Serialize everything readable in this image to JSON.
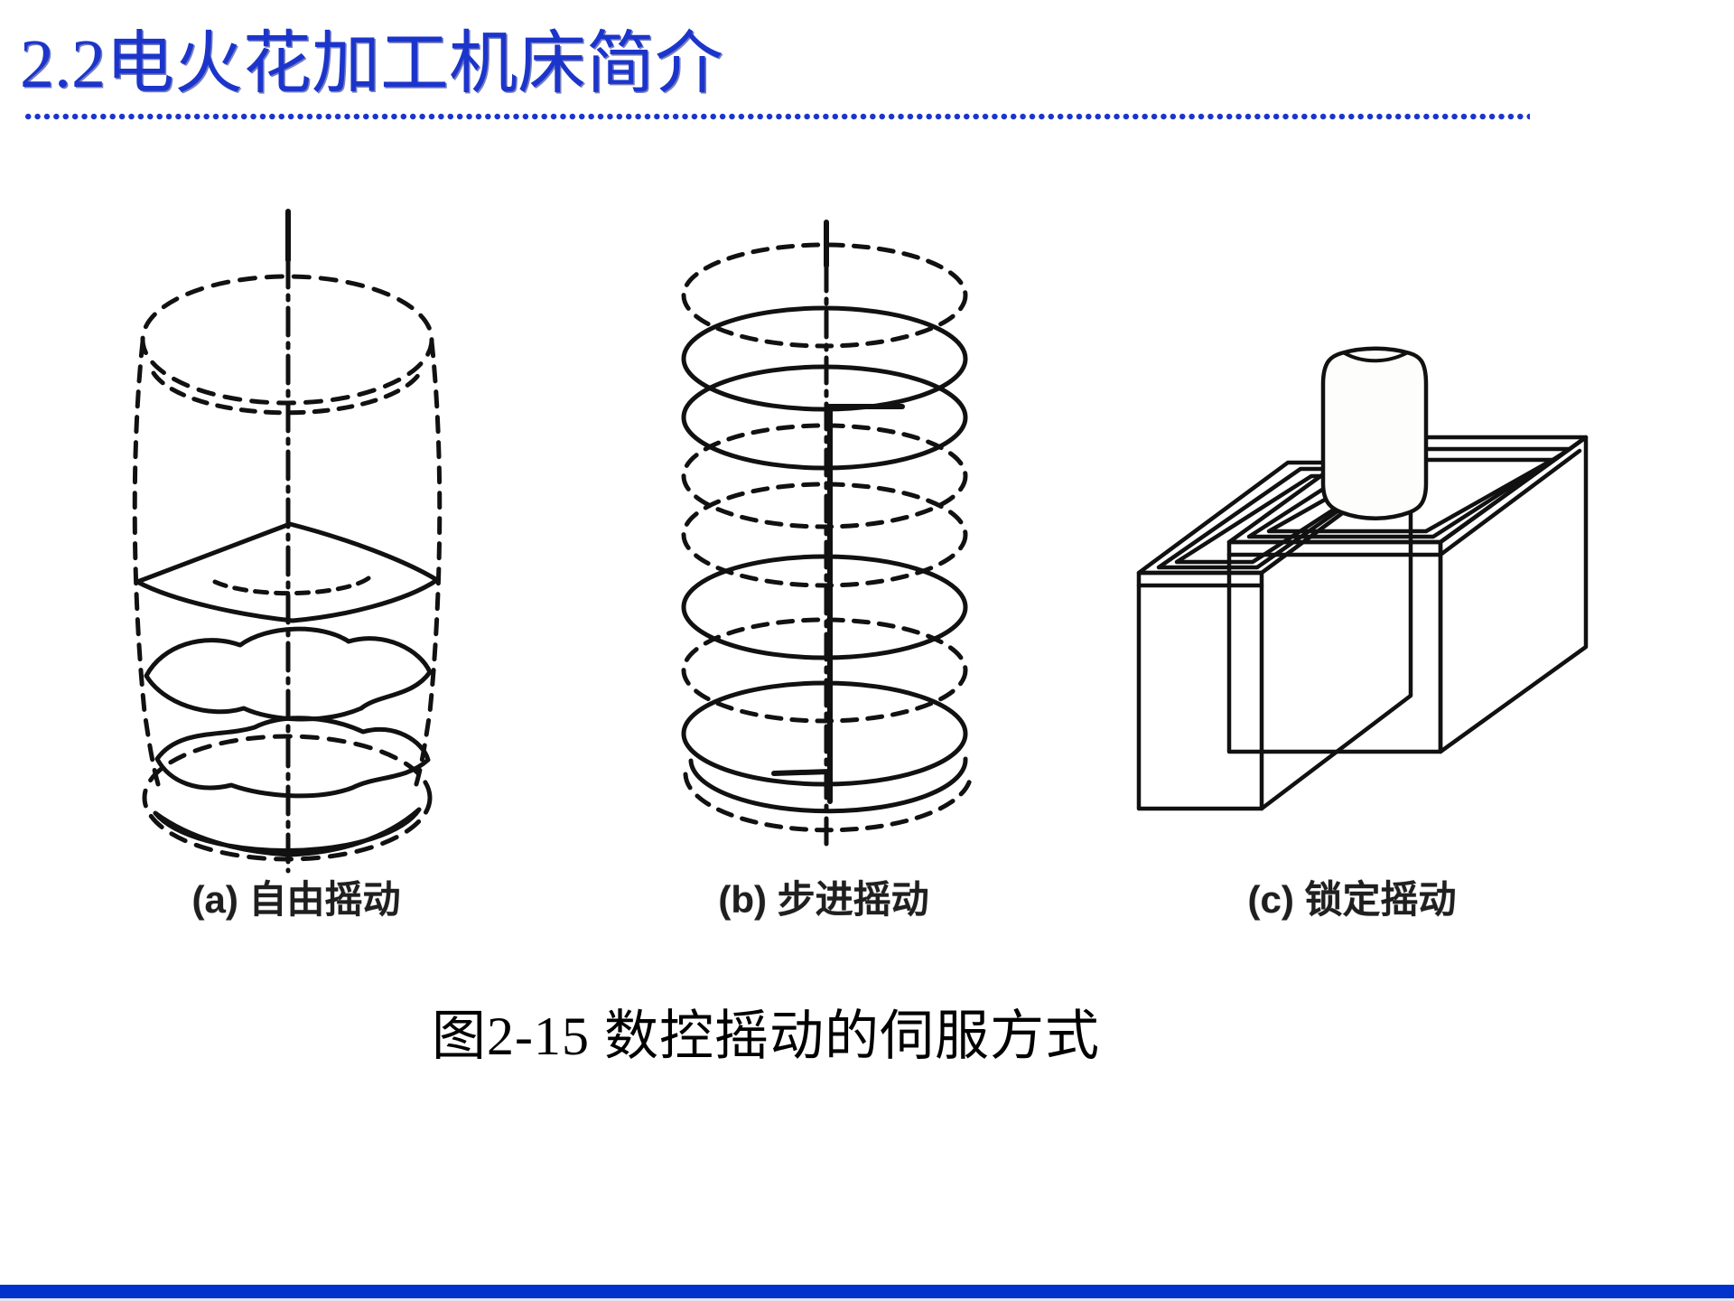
{
  "header": {
    "title": "2.2电火花加工机床简介"
  },
  "figure": {
    "caption": "图2-15 数控摇动的伺服方式",
    "subfigures": [
      {
        "name": "free-swing",
        "label": "(a) 自由摇动"
      },
      {
        "name": "step-swing",
        "label": "(b) 步进摇动"
      },
      {
        "name": "locked-swing",
        "label": "(c) 锁定摇动"
      }
    ]
  },
  "theme": {
    "accent_color": "#1b35cc",
    "footer_bar_color": "#0033cb",
    "diagram_ink": "#111111"
  }
}
